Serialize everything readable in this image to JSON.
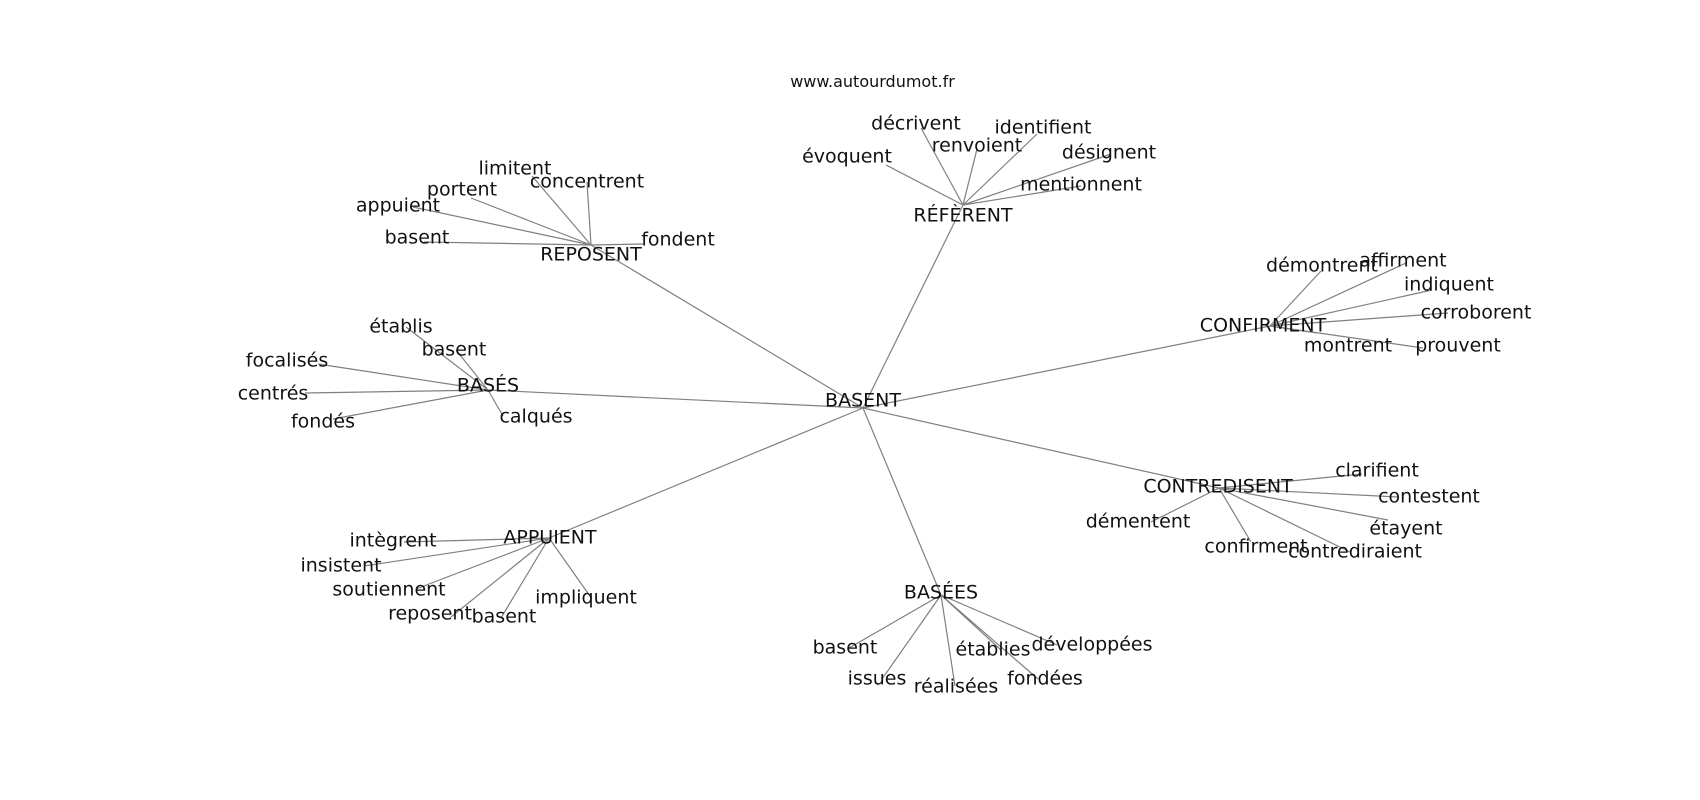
{
  "watermark": "www.autourdumot.fr",
  "graph": {
    "center": "BASENT",
    "clusters": [
      {
        "hub": "RÉFÈRENT",
        "leaves": [
          "décrivent",
          "identifient",
          "renvoient",
          "évoquent",
          "désignent",
          "mentionnent"
        ]
      },
      {
        "hub": "REPOSENT",
        "leaves": [
          "limitent",
          "concentrent",
          "portent",
          "appuient",
          "basent",
          "fondent"
        ]
      },
      {
        "hub": "CONFIRMENT",
        "leaves": [
          "démontrent",
          "affirment",
          "indiquent",
          "corroborent",
          "montrent",
          "prouvent"
        ]
      },
      {
        "hub": "BASÉS",
        "leaves": [
          "établis",
          "basent",
          "focalisés",
          "centrés",
          "fondés",
          "calqués"
        ]
      },
      {
        "hub": "CONTREDISENT",
        "leaves": [
          "clarifient",
          "contestent",
          "démentent",
          "étayent",
          "confirment",
          "contrediraient"
        ]
      },
      {
        "hub": "APPUIENT",
        "leaves": [
          "intègrent",
          "insistent",
          "soutiennent",
          "reposent",
          "basent",
          "impliquent"
        ]
      },
      {
        "hub": "BASÉES",
        "leaves": [
          "basent",
          "établies",
          "développées",
          "issues",
          "réalisées",
          "fondées"
        ]
      }
    ]
  }
}
